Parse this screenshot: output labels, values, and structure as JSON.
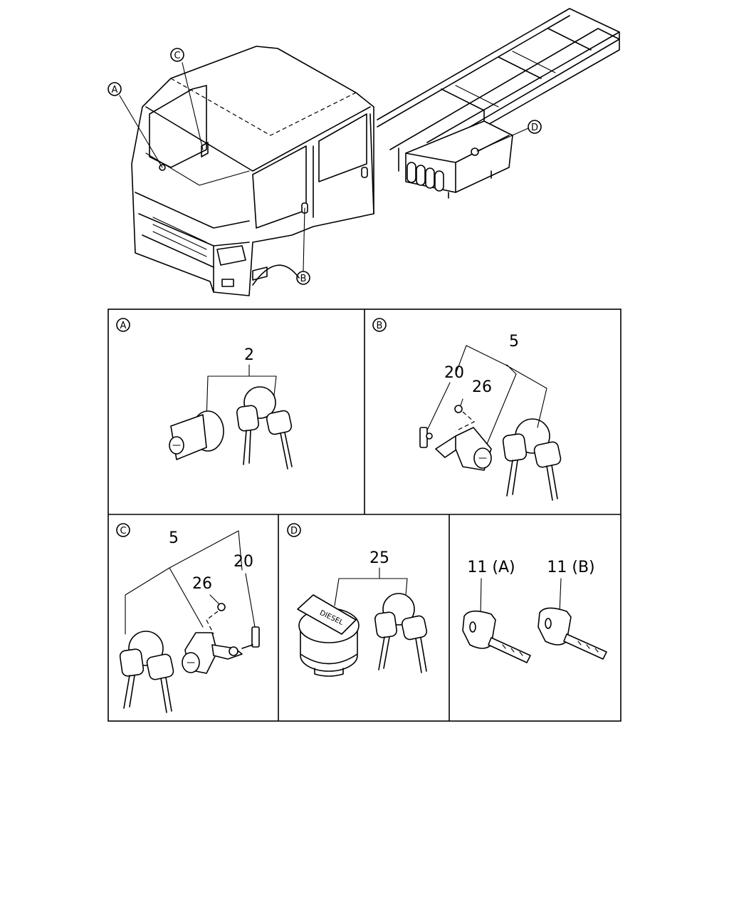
{
  "truck_callouts": {
    "a": "A",
    "b": "B",
    "c": "C",
    "d": "D"
  },
  "panels": {
    "a": {
      "tag": "A",
      "labels": {
        "key_set": "2"
      }
    },
    "b": {
      "tag": "B",
      "labels": {
        "key_set": "5",
        "bracket": "20",
        "bolt": "26"
      }
    },
    "c": {
      "tag": "C",
      "labels": {
        "key_set": "5",
        "bolt": "26",
        "bracket": "20"
      }
    },
    "d": {
      "tag": "D",
      "labels": {
        "key_set": "25",
        "cap_text": "DIESEL"
      }
    },
    "e": {
      "labels": {
        "key_a": "11 (A)",
        "key_b": "11 (B)"
      }
    }
  }
}
